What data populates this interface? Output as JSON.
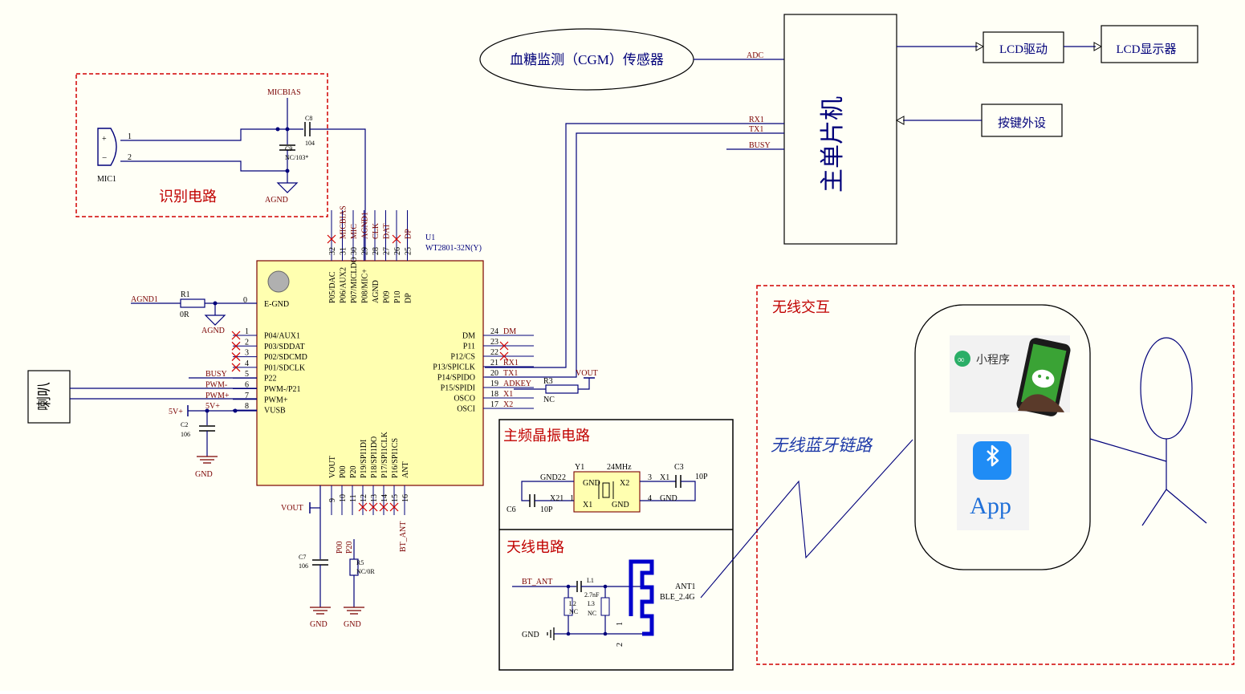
{
  "sensor": {
    "label": "血糖监测（CGM）传感器",
    "adc": "ADC"
  },
  "mcu": {
    "label": "主单片机",
    "rx": "RX1",
    "tx": "TX1",
    "busy": "BUSY"
  },
  "lcd_driver": "LCD驱动",
  "lcd_display": "LCD显示器",
  "keys": "按键外设",
  "recog": {
    "title": "识别电路",
    "micbias": "MICBIAS",
    "pin1": "1",
    "pin2": "2",
    "mic": "MIC1",
    "c8": "C8",
    "c8v": "104",
    "c9": "C9",
    "c9v": "NC/103*",
    "agnd": "AGND"
  },
  "chip": {
    "ref": "U1",
    "part": "WT2801-32N(Y)",
    "egnd": "E-GND",
    "left_pins": [
      {
        "num": "1",
        "name": "P04/AUX1"
      },
      {
        "num": "2",
        "name": "P03/SDDAT"
      },
      {
        "num": "3",
        "name": "P02/SDCMD"
      },
      {
        "num": "4",
        "name": "P01/SDCLK"
      },
      {
        "num": "5",
        "name": "P22",
        "net": "BUSY"
      },
      {
        "num": "6",
        "name": "PWM-/P21",
        "net": "PWM-"
      },
      {
        "num": "7",
        "name": "PWM+",
        "net": "PWM+"
      },
      {
        "num": "8",
        "name": "VUSB",
        "net": "5V+"
      }
    ],
    "right_pins": [
      {
        "num": "24",
        "name": "DM",
        "net": "DM"
      },
      {
        "num": "23",
        "name": "P11"
      },
      {
        "num": "22",
        "name": "P12/CS"
      },
      {
        "num": "21",
        "name": "P13/SPICLK",
        "net": "RX1"
      },
      {
        "num": "20",
        "name": "P14/SPIDO",
        "net": "TX1"
      },
      {
        "num": "19",
        "name": "P15/SPIDI",
        "net": "ADKEY"
      },
      {
        "num": "18",
        "name": "OSCO",
        "net": "X1"
      },
      {
        "num": "17",
        "name": "OSCI",
        "net": "X2"
      }
    ],
    "top_pins": [
      {
        "num": "32",
        "name": "P05/DAC"
      },
      {
        "num": "31",
        "name": "P06/AUX2",
        "net": "MICBIAS"
      },
      {
        "num": "30",
        "name": "P07/MICLDO",
        "net": "MIC"
      },
      {
        "num": "29",
        "name": "P08/MIC+",
        "net": "AGND1"
      },
      {
        "num": "28",
        "name": "AGND",
        "net": "CLK"
      },
      {
        "num": "27",
        "name": "P09",
        "net": "DAT"
      },
      {
        "num": "26",
        "name": "P10"
      },
      {
        "num": "25",
        "name": "DP",
        "net": "DP"
      }
    ],
    "bottom_pins": [
      {
        "num": "9",
        "name": "VOUT"
      },
      {
        "num": "10",
        "name": "P00"
      },
      {
        "num": "11",
        "name": "P20"
      },
      {
        "num": "12",
        "name": "P19/SPI1DI"
      },
      {
        "num": "13",
        "name": "P18/SPI1DO"
      },
      {
        "num": "14",
        "name": "P17/SPI1CLK"
      },
      {
        "num": "15",
        "name": "P16/SPI1CS"
      },
      {
        "num": "16",
        "name": "ANT"
      }
    ],
    "pin0": "0"
  },
  "left": {
    "agnd1": "AGND1",
    "r1": "R1",
    "r1v": "0R",
    "agnd": "AGND",
    "speaker": "喇叭",
    "c2": "C2",
    "c2v": "106",
    "gnd": "GND",
    "vplus": "5V+"
  },
  "r3": {
    "ref": "R3",
    "nc": "NC",
    "vout": "VOUT"
  },
  "bottom": {
    "vout": "VOUT",
    "c7": "C7",
    "c7v": "106",
    "gnd1": "GND",
    "gnd2": "GND",
    "p00": "P00",
    "p20": "P20",
    "r5": "R5",
    "r5v": "NC/0R",
    "bt_ant": "BT_ANT"
  },
  "crystal": {
    "title": "主频晶振电路",
    "y1": "Y1",
    "freq": "24MHz",
    "gnd2": "GND2",
    "x21": "X21",
    "c6": "C6",
    "c6v": "10P",
    "c3": "C3",
    "c3v": "10P",
    "x1": "X1",
    "gnd": "GND",
    "inner_gnd": "GND",
    "inner_x2": "X2",
    "inner_x1": "X1",
    "inner_gnd2": "GND",
    "p1": "1",
    "p2": "2",
    "p3": "3",
    "p4": "4"
  },
  "antenna": {
    "title": "天线电路",
    "bt_ant": "BT_ANT",
    "l1": "L1",
    "l1v": "2.7nF",
    "l2": "L2",
    "l2v": "NC",
    "l3": "L3",
    "l3v": "NC",
    "gnd": "GND",
    "ant": "ANT1",
    "antv": "BLE_2.4G",
    "p1": "1",
    "p2": "2"
  },
  "wireless": {
    "title": "无线交互",
    "link": "无线蓝牙链路",
    "mini": "小程序",
    "app": "App"
  }
}
